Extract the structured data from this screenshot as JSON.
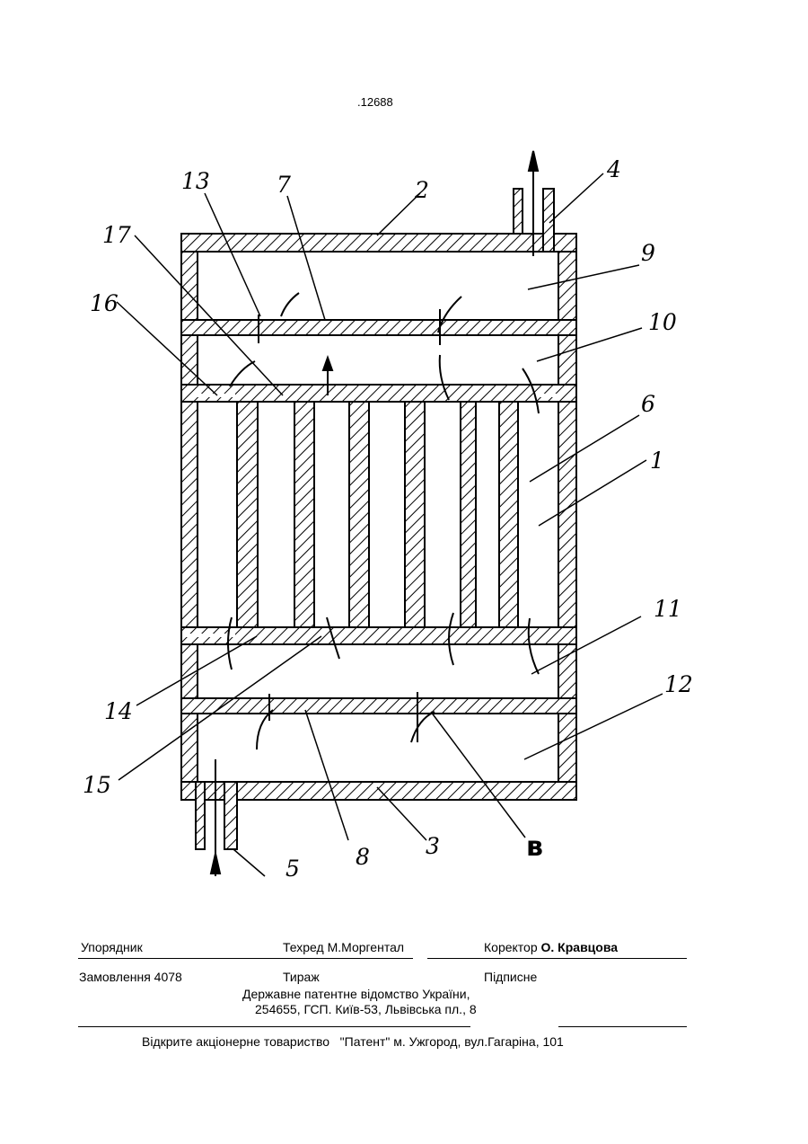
{
  "page_number": ".12688",
  "figure": {
    "callouts": [
      "1",
      "2",
      "3",
      "4",
      "5",
      "6",
      "7",
      "8",
      "9",
      "10",
      "11",
      "12",
      "13",
      "14",
      "15",
      "16",
      "17"
    ],
    "label_b": "в"
  },
  "imprint": {
    "compiler_label": "Упорядник",
    "techeditor": "Техред М.Моргентал",
    "corrector_label": "Коректор",
    "corrector_name": "О. Кравцова",
    "order": "Замовлення 4078",
    "circulation": "Тираж",
    "subscription": "Підписне",
    "office_line1": "Державне патентне відомство України,",
    "office_line2": "254655, ГСП. Київ-53, Львівська пл., 8",
    "printer": "Відкрите акціонерне товариство   \"Патент\" м. Ужгород, вул.Гагаріна, 101"
  }
}
